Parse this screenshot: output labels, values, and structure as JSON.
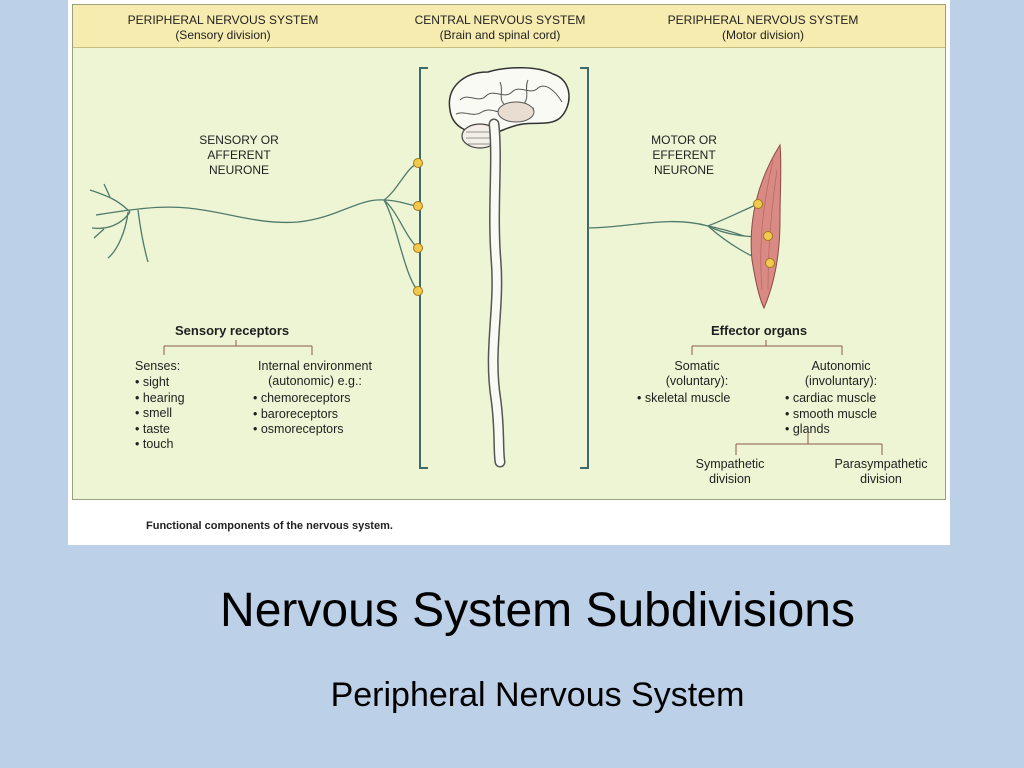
{
  "slide": {
    "title": "Nervous System Subdivisions",
    "subtitle": "Peripheral Nervous System"
  },
  "figure": {
    "caption": "Functional components of the nervous system.",
    "headers": {
      "left": {
        "title": "PERIPHERAL NERVOUS SYSTEM",
        "sub": "(Sensory division)"
      },
      "center": {
        "title": "CENTRAL NERVOUS SYSTEM",
        "sub": "(Brain and spinal cord)"
      },
      "right": {
        "title": "PERIPHERAL NERVOUS SYSTEM",
        "sub": "(Motor division)"
      }
    },
    "sensory_neurone": [
      "SENSORY OR",
      "AFFERENT",
      "NEURONE"
    ],
    "motor_neurone": [
      "MOTOR OR",
      "EFFERENT",
      "NEURONE"
    ],
    "sensory_receptors": {
      "title": "Sensory receptors",
      "senses_label": "Senses:",
      "senses": [
        "sight",
        "hearing",
        "smell",
        "taste",
        "touch"
      ],
      "internal_label": [
        "Internal environment",
        "(autonomic) e.g.:"
      ],
      "internal": [
        "chemoreceptors",
        "baroreceptors",
        "osmoreceptors"
      ]
    },
    "effector_organs": {
      "title": "Effector organs",
      "somatic_label": [
        "Somatic",
        "(voluntary):"
      ],
      "somatic": [
        "skeletal muscle"
      ],
      "autonomic_label": [
        "Autonomic",
        "(involuntary):"
      ],
      "autonomic": [
        "cardiac muscle",
        "smooth muscle",
        "glands"
      ],
      "sympathetic": [
        "Sympathetic",
        "division"
      ],
      "parasympathetic": [
        "Parasympathetic",
        "division"
      ]
    },
    "colors": {
      "nerve": "#4f7a6a",
      "synapse": "#f2c94c",
      "muscle": "#d98a84",
      "bracket": "#3f6a6a",
      "tree_line": "#8a5a4a"
    }
  }
}
